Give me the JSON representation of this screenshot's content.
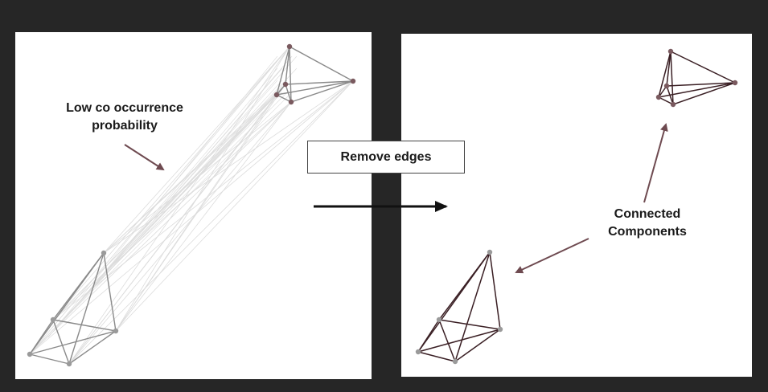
{
  "labels": {
    "low_co_line1": "Low co occurrence",
    "low_co_line2": "probability",
    "remove_edges": "Remove edges",
    "connected_line1": "Connected",
    "connected_line2": "Components"
  },
  "colors": {
    "background": "#262626",
    "panel": "#ffffff",
    "node": "#7a5a5f",
    "node_light": "#9a9a9a",
    "edge_strong_left": "#8a8a8a",
    "edge_faint": "#dcdcdc",
    "edge_strong_right": "#3a1f24",
    "arrow": "#6e4a50",
    "main_arrow": "#111111"
  }
}
